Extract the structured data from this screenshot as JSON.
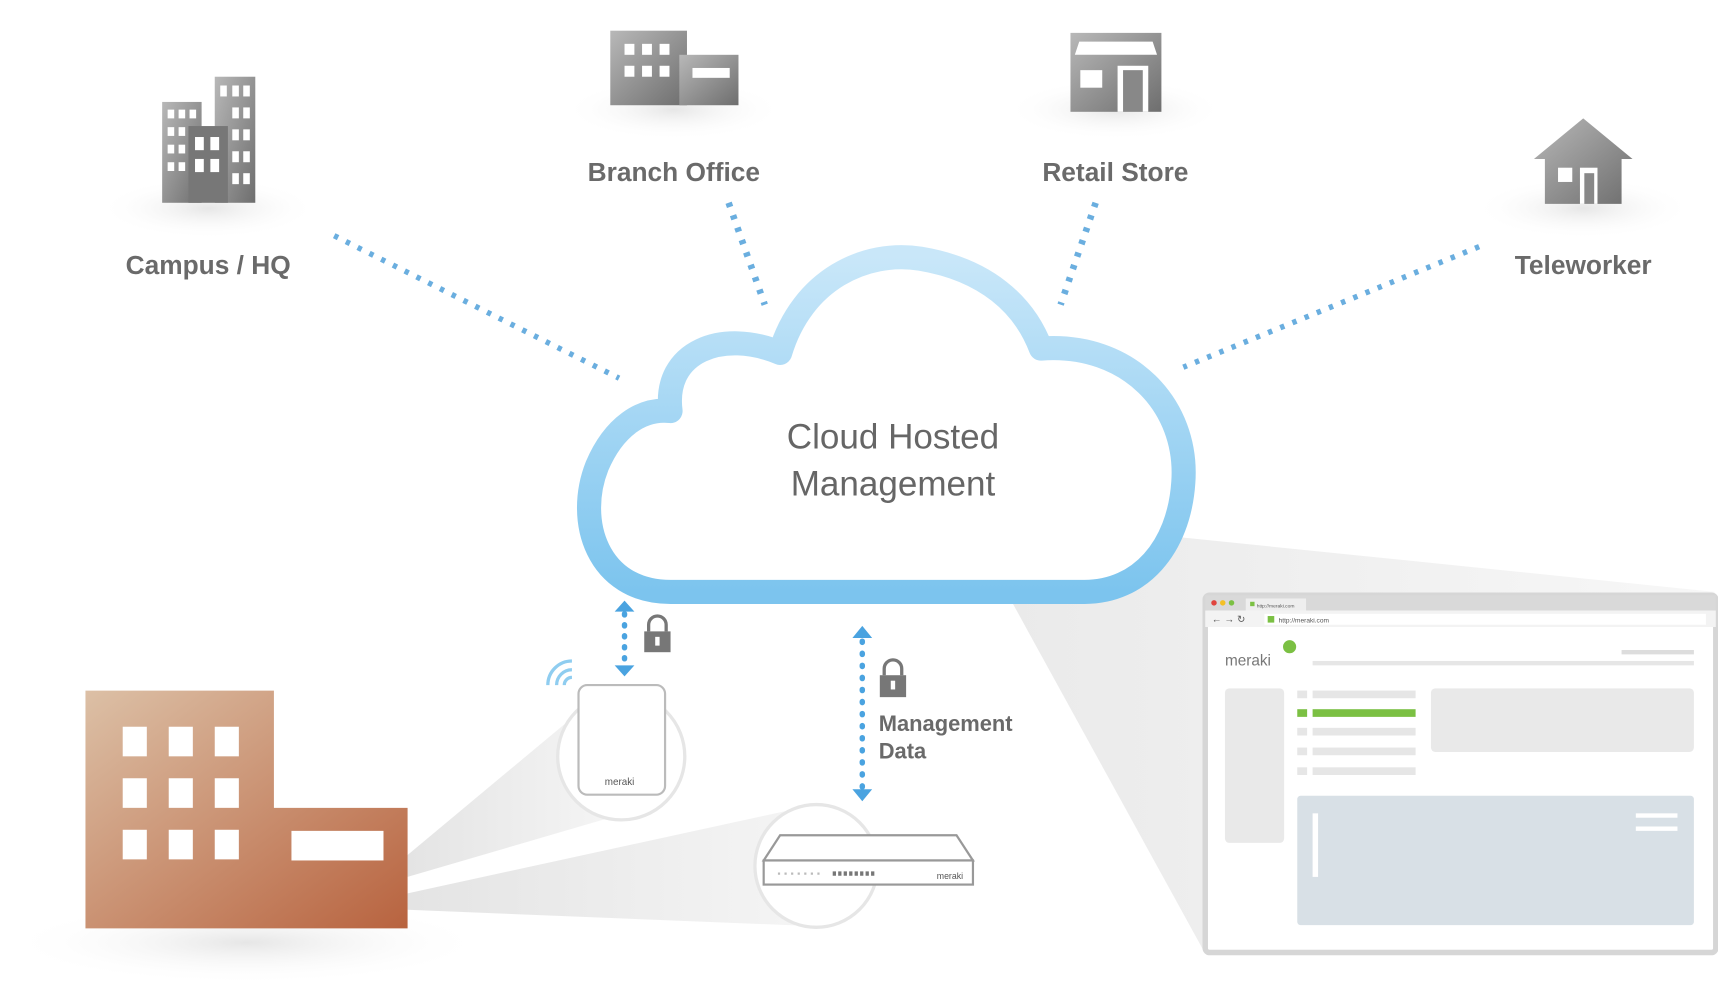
{
  "sites": {
    "campus": "Campus / HQ",
    "branch": "Branch Office",
    "retail": "Retail Store",
    "teleworker": "Teleworker"
  },
  "cloud": {
    "line1": "Cloud Hosted",
    "line2": "Management"
  },
  "management_data": {
    "line1": "Management",
    "line2": "Data"
  },
  "devices": {
    "ap_brand": "meraki",
    "switch_brand": "meraki"
  },
  "browser": {
    "tab_title": "http://meraki.com",
    "url": "http://meraki.com",
    "logo": "meraki"
  },
  "colors": {
    "cloud_blue": "#8fcdf0",
    "link_blue": "#6aaedf",
    "building_brown": "#c07a55",
    "accent_green": "#7bc043"
  }
}
